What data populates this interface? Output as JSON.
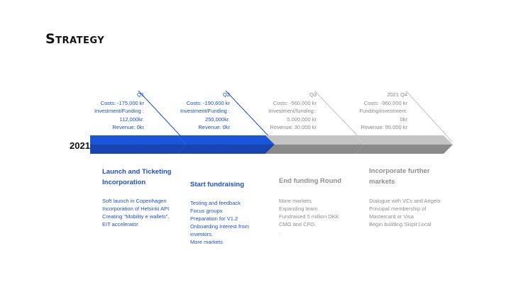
{
  "title": "Strategy",
  "year": "2021",
  "colors": {
    "blue": "#1a56db",
    "blue_dark": "#1a44b0",
    "grey": "#c4c4c4",
    "grey_dark": "#8a8a8a"
  },
  "quarters": [
    {
      "lines": [
        "Q1",
        "Costs: -175,000  kr",
        "Investment/Funding :",
        "112,000kr.",
        "Revenue: 0kr"
      ],
      "heading": [
        "Launch and Ticketing",
        "Incorporation"
      ],
      "items": [
        "Soft launch in Copenhagen",
        "Incorporation of Helsinki API",
        "Creating \"Mobility e wallets\".",
        "EIT accelerator"
      ]
    },
    {
      "lines": [
        "Q2",
        "Costs: -190,600 kr",
        "Investment/Funding :",
        "250,000kr.",
        "Revenue: 0kr"
      ],
      "heading": [
        "Start fundraising"
      ],
      "items": [
        "Testing and feedback",
        "Focus groups",
        "Preparation for V1.2",
        "Onboarding interest from",
        "investors.",
        "More markets"
      ]
    },
    {
      "lines": [
        "Q3",
        "Costs: -560,000 kr",
        "Investment/funding::",
        "5.000,000 kr",
        "Revenue: 30.000 kr"
      ],
      "heading": [
        "End funding Round"
      ],
      "items": [
        "More markets",
        "Expanding team",
        "Fundraised 5 million DKK",
        "CMO and CFO.",
        "."
      ]
    },
    {
      "lines": [
        "2021 Q4",
        "Costs: -960,000  kr",
        "Funding/investment:",
        "0kr",
        "Revenue: 95.000 kr"
      ],
      "heading": [
        "Incorporate further",
        "markets"
      ],
      "items": [
        "Dialogue with VCs and Angels",
        "Principal membership of",
        "Mastercard or Visa",
        "Begin building Skipit Local"
      ]
    }
  ]
}
